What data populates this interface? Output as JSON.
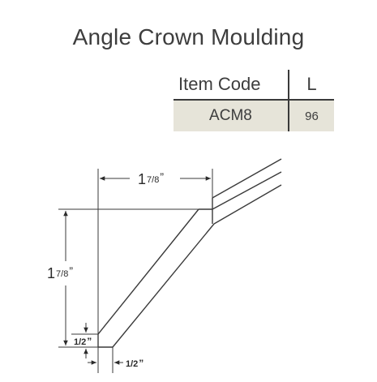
{
  "title": "Angle Crown Moulding",
  "table": {
    "headers": [
      "Item Code",
      "L"
    ],
    "rows": [
      [
        "ACM8",
        "96"
      ]
    ]
  },
  "dimensions": {
    "top_width": {
      "whole": "1",
      "fraction": "7/8",
      "mark": "”"
    },
    "left_height": {
      "whole": "1",
      "fraction": "7/8",
      "mark": "”"
    },
    "bottom_height": {
      "fraction": "1/2",
      "mark": "”"
    },
    "bottom_width": {
      "fraction": "1/2",
      "mark": "”"
    }
  },
  "colors": {
    "table_row_bg": "#e6e4d9",
    "line": "#3a3a3a"
  }
}
